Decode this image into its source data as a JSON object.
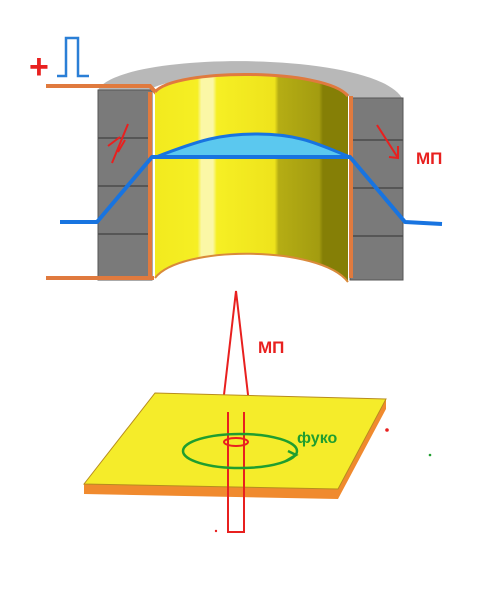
{
  "labels": {
    "plus": "+",
    "field_upper": "МП",
    "field_lower": "МП",
    "eddy": "фуко"
  },
  "colors": {
    "red": "#e8201f",
    "green": "#1f9e2f",
    "blue": "#1874e0",
    "yellow": "#f5ec2a",
    "orange": "#f08a2e",
    "gray": "#7c7c7c"
  }
}
